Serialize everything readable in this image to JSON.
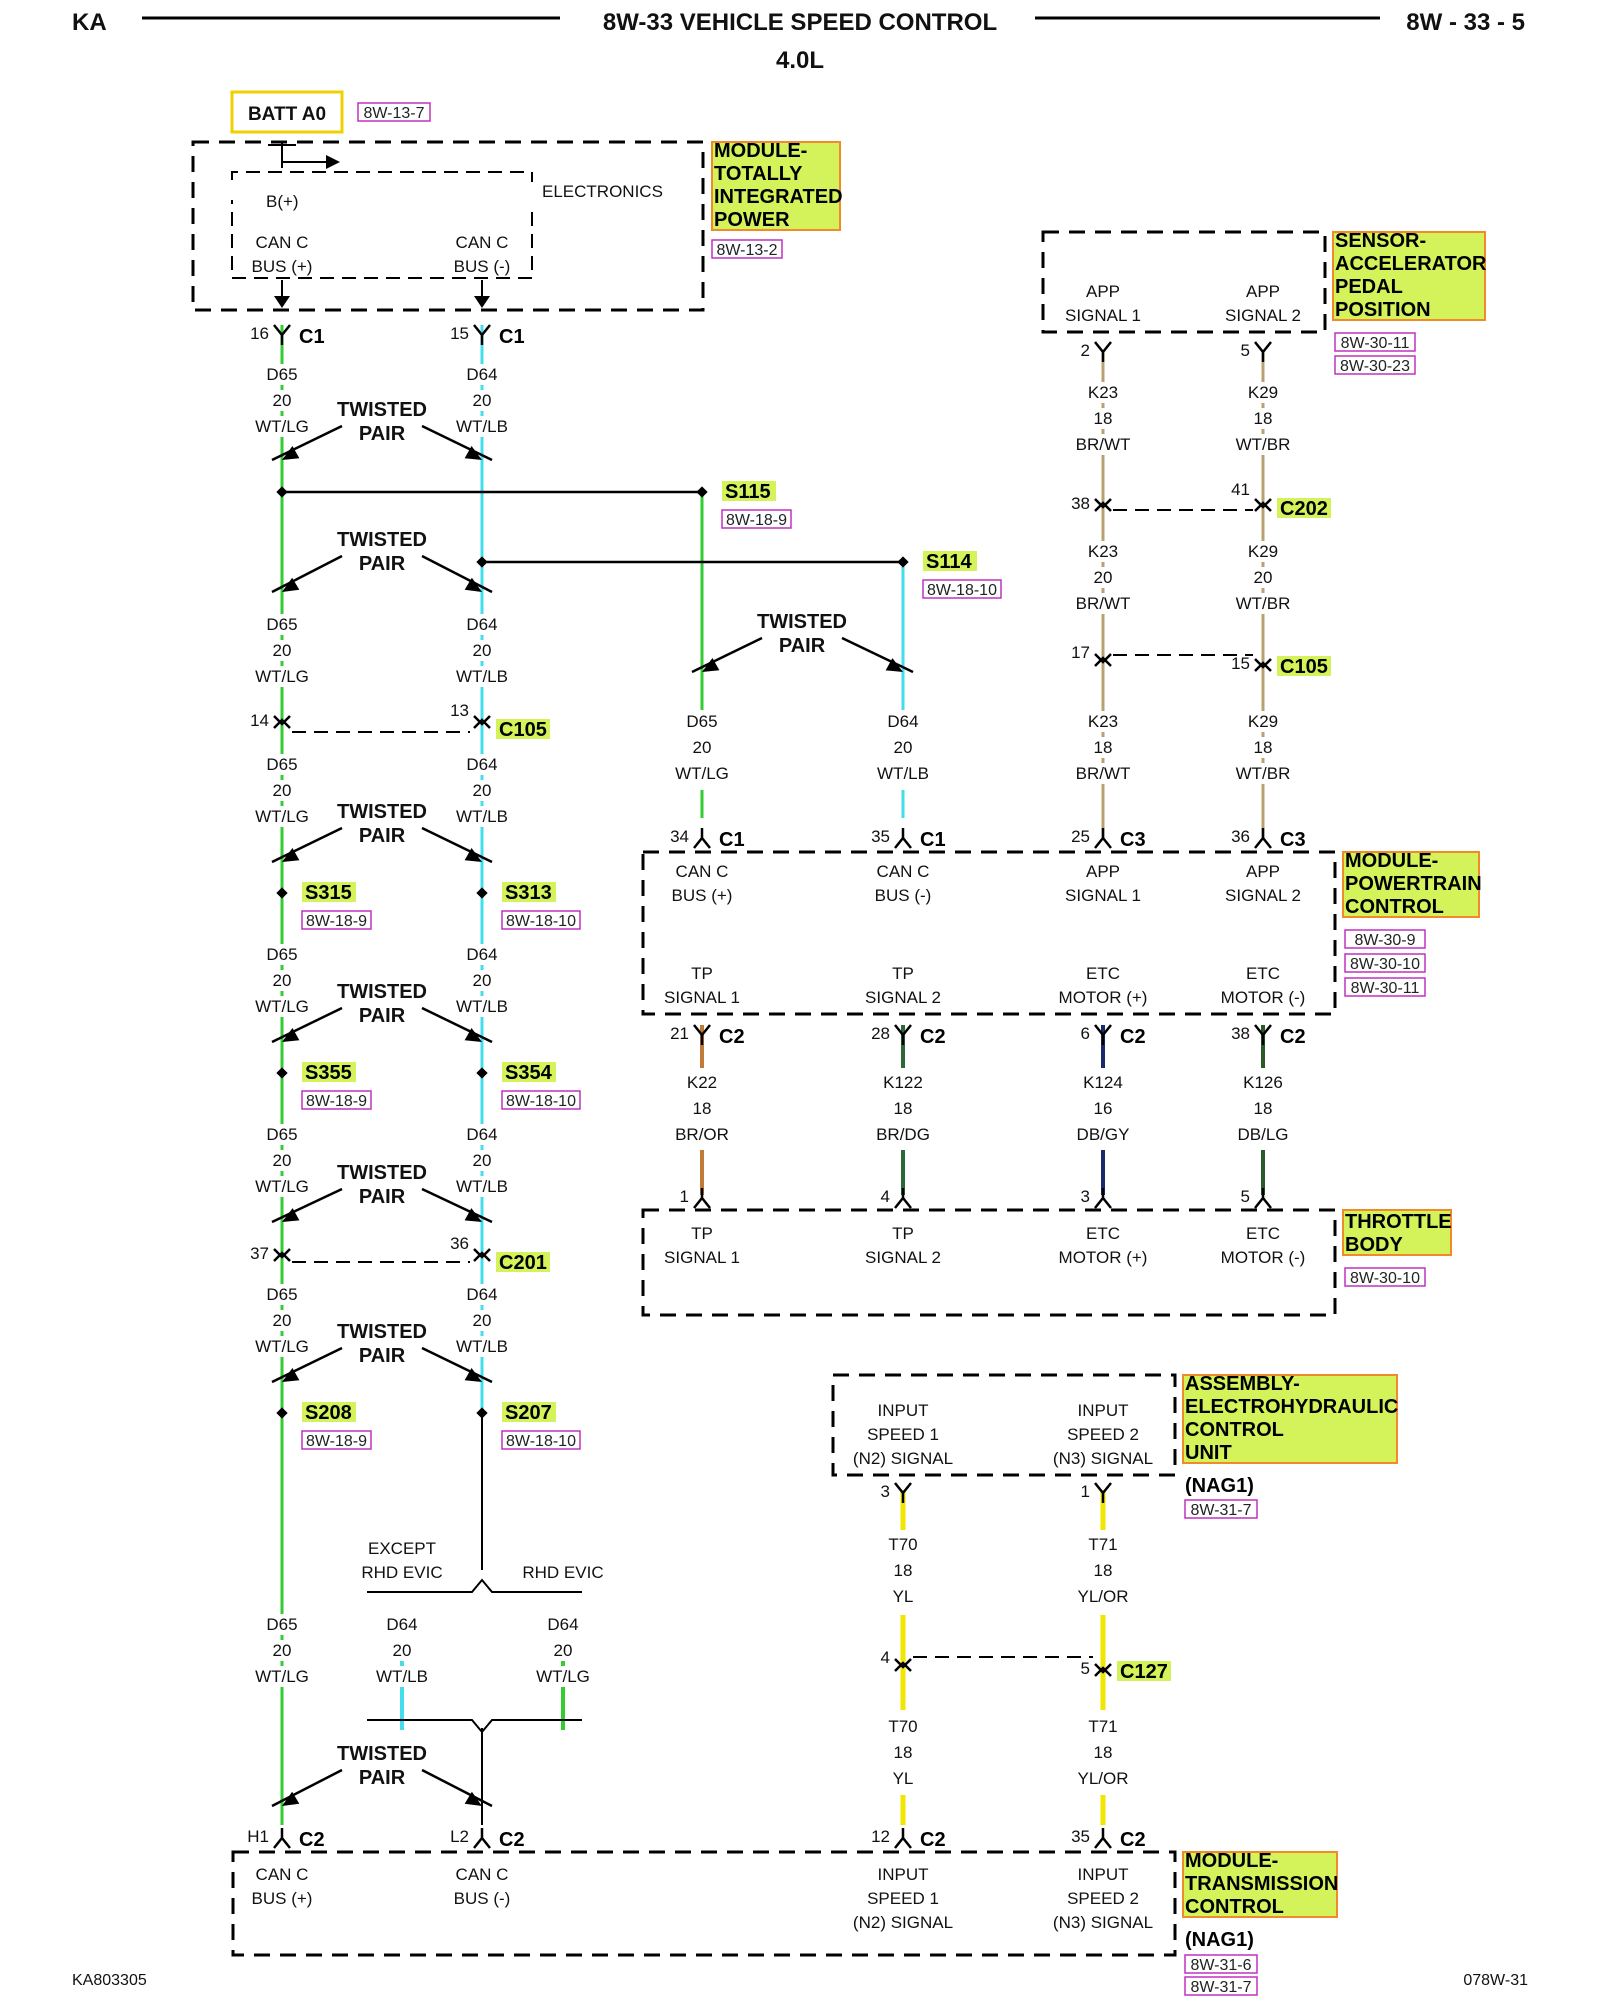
{
  "header": {
    "left": "KA",
    "title": "8W-33 VEHICLE SPEED CONTROL",
    "subtitle": "4.0L",
    "page": "8W - 33 - 5"
  },
  "footer": {
    "left": "KA803305",
    "right": "078W-31"
  },
  "batt": {
    "label": "BATT A0",
    "ref": "8W-13-7"
  },
  "tipm": {
    "title": [
      "MODULE-",
      "TOTALLY",
      "INTEGRATED",
      "POWER"
    ],
    "ref": "8W-13-2",
    "electronics": "ELECTRONICS",
    "bplus": "B(+)",
    "p1": [
      "CAN C",
      "BUS (+)"
    ],
    "p2": [
      "CAN C",
      "BUS (-)"
    ],
    "pin1": "16",
    "conn1": "C1",
    "pin2": "15",
    "conn2": "C1"
  },
  "wires": {
    "d65": [
      "D65",
      "20",
      "WT/LG"
    ],
    "d64": [
      "D64",
      "20",
      "WT/LB"
    ],
    "d64alt": [
      "D64",
      "20",
      "WT/LG"
    ],
    "k23a": [
      "K23",
      "18",
      "BR/WT"
    ],
    "k29a": [
      "K29",
      "18",
      "WT/BR"
    ],
    "k23b": [
      "K23",
      "20",
      "BR/WT"
    ],
    "k29b": [
      "K29",
      "20",
      "WT/BR"
    ],
    "k22": [
      "K22",
      "18",
      "BR/OR"
    ],
    "k122": [
      "K122",
      "18",
      "BR/DG"
    ],
    "k124": [
      "K124",
      "16",
      "DB/GY"
    ],
    "k126": [
      "K126",
      "18",
      "DB/LG"
    ],
    "t70": [
      "T70",
      "18",
      "YL"
    ],
    "t71": [
      "T71",
      "18",
      "YL/OR"
    ]
  },
  "twisted": [
    "TWISTED",
    "PAIR"
  ],
  "splices": {
    "s115": {
      "name": "S115",
      "ref": "8W-18-9"
    },
    "s114": {
      "name": "S114",
      "ref": "8W-18-10"
    },
    "s315": {
      "name": "S315",
      "ref": "8W-18-9"
    },
    "s313": {
      "name": "S313",
      "ref": "8W-18-10"
    },
    "s355": {
      "name": "S355",
      "ref": "8W-18-9"
    },
    "s354": {
      "name": "S354",
      "ref": "8W-18-10"
    },
    "s208": {
      "name": "S208",
      "ref": "8W-18-9"
    },
    "s207": {
      "name": "S207",
      "ref": "8W-18-10"
    }
  },
  "connectors": {
    "c105": "C105",
    "c201": "C201",
    "c202": "C202",
    "c127": "C127",
    "c1": "C1",
    "c2": "C2",
    "c3": "C3",
    "pins": {
      "c105l": "14",
      "c105r": "13",
      "c201l": "37",
      "c201r": "36",
      "c202l": "38",
      "c202r": "41",
      "c105kl": "17",
      "c105kr": "15",
      "app1": "2",
      "app2": "5",
      "pcm1": "34",
      "pcm2": "35",
      "pcm3": "25",
      "pcm4": "36",
      "pcm5": "21",
      "pcm6": "28",
      "pcm7": "6",
      "pcm8": "38",
      "tb1": "1",
      "tb2": "4",
      "tb3": "3",
      "tb4": "5",
      "ehc1": "3",
      "ehc2": "1",
      "c127l": "4",
      "c127r": "5",
      "tcm1": "H1",
      "tcm2": "L2",
      "tcm3": "12",
      "tcm4": "35"
    }
  },
  "app_sensor": {
    "title": [
      "SENSOR-",
      "ACCELERATOR",
      "PEDAL",
      "POSITION"
    ],
    "refs": [
      "8W-30-11",
      "8W-30-23"
    ],
    "p1": [
      "APP",
      "SIGNAL 1"
    ],
    "p2": [
      "APP",
      "SIGNAL 2"
    ]
  },
  "pcm": {
    "title": [
      "MODULE-",
      "POWERTRAIN",
      "CONTROL"
    ],
    "refs": [
      "8W-30-9",
      "8W-30-10",
      "8W-30-11"
    ],
    "top": [
      [
        "CAN C",
        "BUS (+)"
      ],
      [
        "CAN C",
        "BUS (-)"
      ],
      [
        "APP",
        "SIGNAL 1"
      ],
      [
        "APP",
        "SIGNAL 2"
      ]
    ],
    "bottom": [
      [
        "TP",
        "SIGNAL 1"
      ],
      [
        "TP",
        "SIGNAL 2"
      ],
      [
        "ETC",
        "MOTOR (+)"
      ],
      [
        "ETC",
        "MOTOR (-)"
      ]
    ]
  },
  "throttle": {
    "title": [
      "THROTTLE",
      "BODY"
    ],
    "ref": "8W-30-10",
    "pins": [
      [
        "TP",
        "SIGNAL 1"
      ],
      [
        "TP",
        "SIGNAL 2"
      ],
      [
        "ETC",
        "MOTOR (+)"
      ],
      [
        "ETC",
        "MOTOR (-)"
      ]
    ]
  },
  "ehc": {
    "title": [
      "ASSEMBLY-",
      "ELECTROHYDRAULIC",
      "CONTROL",
      "UNIT"
    ],
    "sub": "(NAG1)",
    "ref": "8W-31-7",
    "p1": [
      "INPUT",
      "SPEED 1",
      "(N2) SIGNAL"
    ],
    "p2": [
      "INPUT",
      "SPEED 2",
      "(N3) SIGNAL"
    ]
  },
  "tcm": {
    "title": [
      "MODULE-",
      "TRANSMISSION",
      "CONTROL"
    ],
    "sub": "(NAG1)",
    "refs": [
      "8W-31-6",
      "8W-31-7"
    ],
    "p1": [
      "CAN C",
      "BUS (+)"
    ],
    "p2": [
      "CAN C",
      "BUS (-)"
    ],
    "p3": [
      "INPUT",
      "SPEED 1",
      "(N2) SIGNAL"
    ],
    "p4": [
      "INPUT",
      "SPEED 2",
      "(N3) SIGNAL"
    ]
  },
  "evic": {
    "except": [
      "EXCEPT",
      "RHD EVIC"
    ],
    "rhd": "RHD EVIC"
  },
  "colors": {
    "green": "#33cc33",
    "cyan": "#44ddee",
    "tan": "#b8a070",
    "yellow": "#f2e600",
    "highlight": "#d4f25a",
    "highlightBorder": "#f08a2a",
    "battBorder": "#f0d000",
    "refBorder": "#c030c0"
  }
}
